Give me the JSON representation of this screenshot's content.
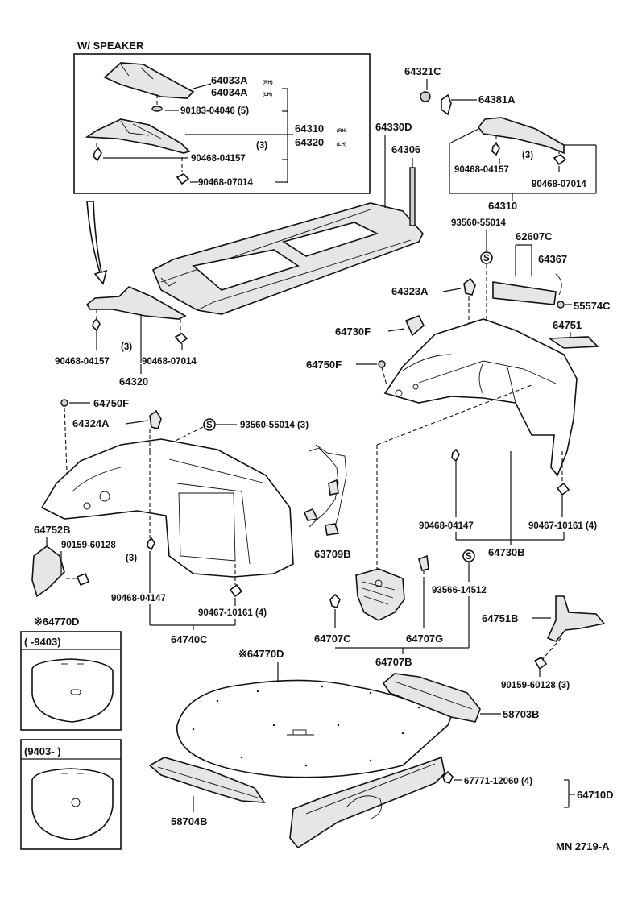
{
  "header": {
    "with_speaker": "W/ SPEAKER"
  },
  "labels": {
    "p64033A": "64033A",
    "p64033A_sfx": "(RH)",
    "p64034A": "64034A",
    "p64034A_sfx": "(LH)",
    "p90183": "90183-04046 (5)",
    "p64310_rh": "64310",
    "p64310_rh_sfx": "(RH)",
    "p64320_lh": "64320",
    "p64320_lh_sfx": "(LH)",
    "qty3_box": "(3)",
    "p90468_04157_box": "90468-04157",
    "p90468_07014_box": "90468-07014",
    "p64321C": "64321C",
    "p64381A": "64381A",
    "p64330D": "64330D",
    "p64306": "64306",
    "qty3_r": "(3)",
    "p90468_04157_r": "90468-04157",
    "p90468_07014_r": "90468-07014",
    "p64310": "64310",
    "p93560_55014_r": "93560-55014",
    "p62607C": "62607C",
    "p64367": "64367",
    "p64323A": "64323A",
    "p55574C": "55574C",
    "p64730F": "64730F",
    "p64751": "64751",
    "p64750F_r": "64750F",
    "qty3_l": "(3)",
    "p90468_04157_l": "90468-04157",
    "p90468_07014_l": "90468-07014",
    "p64320": "64320",
    "p64750F_l": "64750F",
    "p64324A": "64324A",
    "p93560_55014_l": "93560-55014 (3)",
    "p64752B": "64752B",
    "p90159_60128_l": "90159-60128",
    "qty3_l2": "(3)",
    "p90468_04147_l": "90468-04147",
    "p90467_10161_l": "90467-10161 (4)",
    "p64740C": "64740C",
    "p63709B": "63709B",
    "p90468_04147_r": "90468-04147",
    "p90467_10161_r": "90467-10161 (4)",
    "p64730B": "64730B",
    "p93566_14512": "93566-14512",
    "p64707C": "64707C",
    "p64707G": "64707G",
    "p64707B": "64707B",
    "p64751B": "64751B",
    "p90159_60128_r": "90159-60128 (3)",
    "p64770D_l": "※64770D",
    "range_a": "(      -9403)",
    "range_b": "(9403-         )",
    "p64770D_c": "※64770D",
    "p58703B": "58703B",
    "p58704B": "58704B",
    "p67771": "67771-12060 (4)",
    "p64710D": "64710D",
    "ref_code": "MN 2719-A"
  },
  "callouts": {
    "s_mark": "S"
  },
  "colors": {
    "ink": "#111111",
    "paper": "#ffffff",
    "shade": "#e6e6e6"
  }
}
